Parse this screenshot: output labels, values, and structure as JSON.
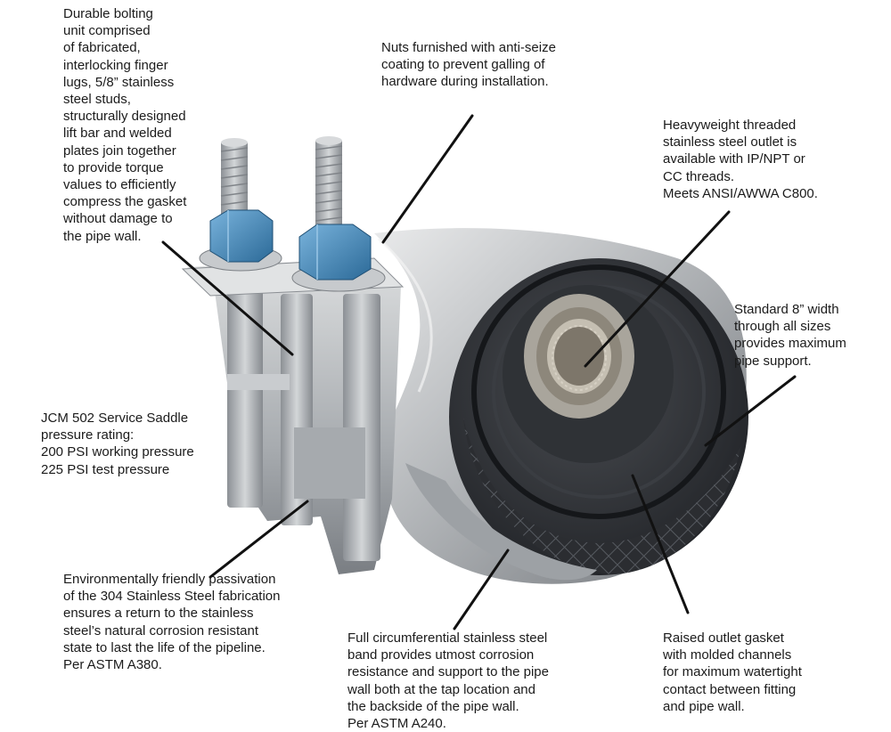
{
  "callouts": {
    "bolting": "Durable bolting\nunit comprised\nof fabricated,\ninterlocking finger\nlugs, 5/8” stainless\nsteel studs,\nstructurally designed\nlift bar and welded\nplates join together\nto provide  torque\nvalues to efficiently\ncompress the gasket\nwithout damage to\nthe pipe wall.",
    "nuts": "Nuts furnished with anti-seize\ncoating to prevent galling of\nhardware during installation.",
    "outlet": "Heavyweight threaded\nstainless steel outlet is\navailable with IP/NPT or\nCC threads.\nMeets ANSI/AWWA C800.",
    "width": "Standard 8” width\nthrough all sizes\nprovides maximum\npipe support.",
    "rating": "JCM 502 Service Saddle\npressure rating:\n200 PSI working pressure\n225 PSI test pressure",
    "passivation": "Environmentally friendly passivation\nof the 304 Stainless Steel fabrication\nensures a return to the stainless\nsteel’s natural corrosion resistant\nstate to last the life of the pipeline.\nPer ASTM A380.",
    "band": "Full circumferential stainless steel\nband provides utmost corrosion\nresistance and support to the pipe\nwall both at the tap location and\nthe backside of the pipe wall.\nPer ASTM A240.",
    "gasket": "Raised outlet gasket\nwith molded channels\nfor maximum watertight\ncontact between fitting\nand pipe wall."
  },
  "colors": {
    "steel": "#b9bcbf",
    "rubber": "#2a2c30",
    "nut": "#3d7fb0",
    "leader": "#111111"
  }
}
